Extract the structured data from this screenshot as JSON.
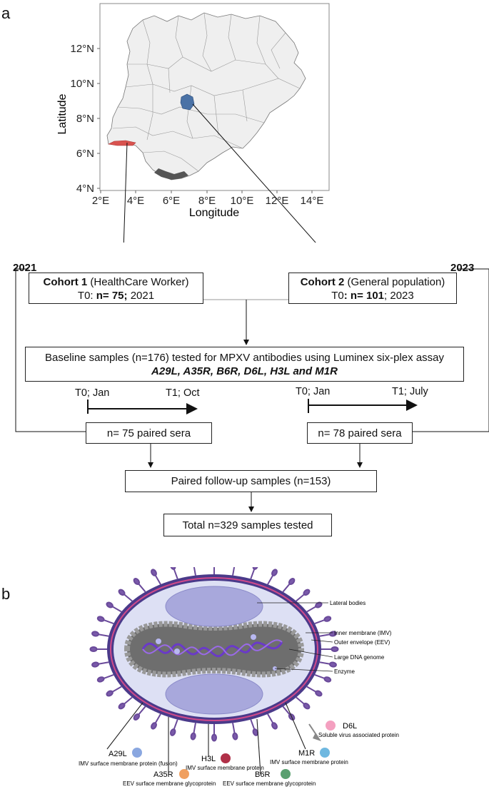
{
  "panel_a": "a",
  "panel_b": "b",
  "map": {
    "lat_ticks": [
      "4°N",
      "6°N",
      "8°N",
      "10°N",
      "12°N"
    ],
    "lon_ticks": [
      "2°E",
      "4°E",
      "6°E",
      "8°E",
      "10°E",
      "12°E",
      "14°E"
    ],
    "xlabel": "Longitude",
    "ylabel": "Latitude",
    "colors": {
      "cohort1": "#d9534f",
      "cohort2": "#4a72a6",
      "land": "#efefef"
    }
  },
  "cohort1": {
    "year": "2021",
    "name": "Cohort 1",
    "desc": " (HealthCare Worker)",
    "t0_prefix": "T0: ",
    "n": "n= 75;",
    "t0_suffix": " 2021"
  },
  "cohort2": {
    "year": "2023",
    "name": "Cohort 2",
    "desc": " (General population)",
    "t0_prefix": "T0",
    "n": ": n= 101",
    "t0_suffix": "; 2023"
  },
  "baseline": {
    "line1": "Baseline samples (n=176) tested for MPXV antibodies using Luminex six-plex assay",
    "line2": "A29L, A35R, B6R, D6L, H3L and M1R"
  },
  "timeline1": {
    "t0": "T0; Jan",
    "t1": "T1; Oct"
  },
  "timeline2": {
    "t0": "T0; Jan",
    "t1": "T1; July"
  },
  "paired1": "n= 75 paired sera",
  "paired2": "n= 78 paired sera",
  "followup": "Paired follow-up samples (n=153)",
  "total": "Total n=329 samples tested",
  "virus": {
    "labels": {
      "lateral": "Lateral bodies",
      "inner": "Inner membrane (IMV)",
      "outer": "Outer envelope (EEV)",
      "dna": "Large DNA genome",
      "enzyme": "Enzyme"
    },
    "proteins": [
      {
        "name": "A29L",
        "desc": "IMV surface membrane protein (fusion)",
        "color": "#8aa7e0"
      },
      {
        "name": "H3L",
        "desc": "IMV surface membrane protein",
        "color": "#b03048"
      },
      {
        "name": "A35R",
        "desc": "EEV surface membrane glycoprotein",
        "color": "#f0a060"
      },
      {
        "name": "B6R",
        "desc": "EEV surface membrane glycoprotein",
        "color": "#5aa070"
      },
      {
        "name": "M1R",
        "desc": "IMV surface membrane protein",
        "color": "#6fb8e0"
      },
      {
        "name": "D6L",
        "desc": "Soluble virus associated protein",
        "color": "#f4a0c0"
      }
    ]
  }
}
